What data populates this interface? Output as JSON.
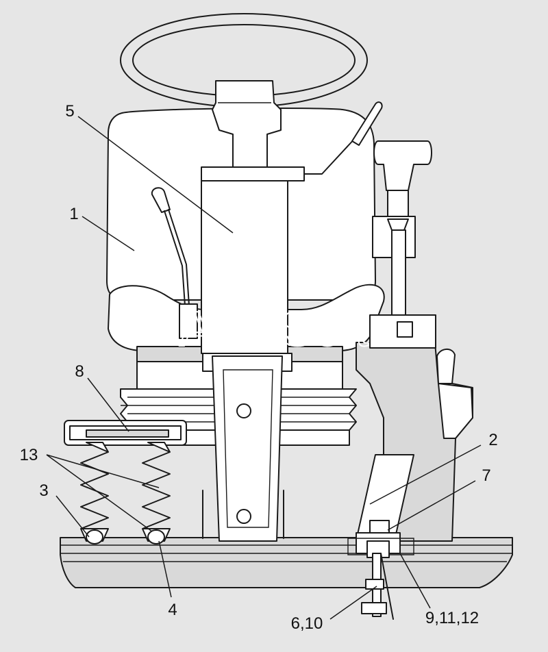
{
  "watermark": "AutoSoft",
  "callouts": [
    "1",
    "2",
    "3",
    "4",
    "5",
    "6,10",
    "7",
    "8",
    "9,11,12",
    "13"
  ],
  "colors": {
    "background": "#e6e6e6",
    "line": "#1a1a1a",
    "part_fill": "#ffffff"
  }
}
